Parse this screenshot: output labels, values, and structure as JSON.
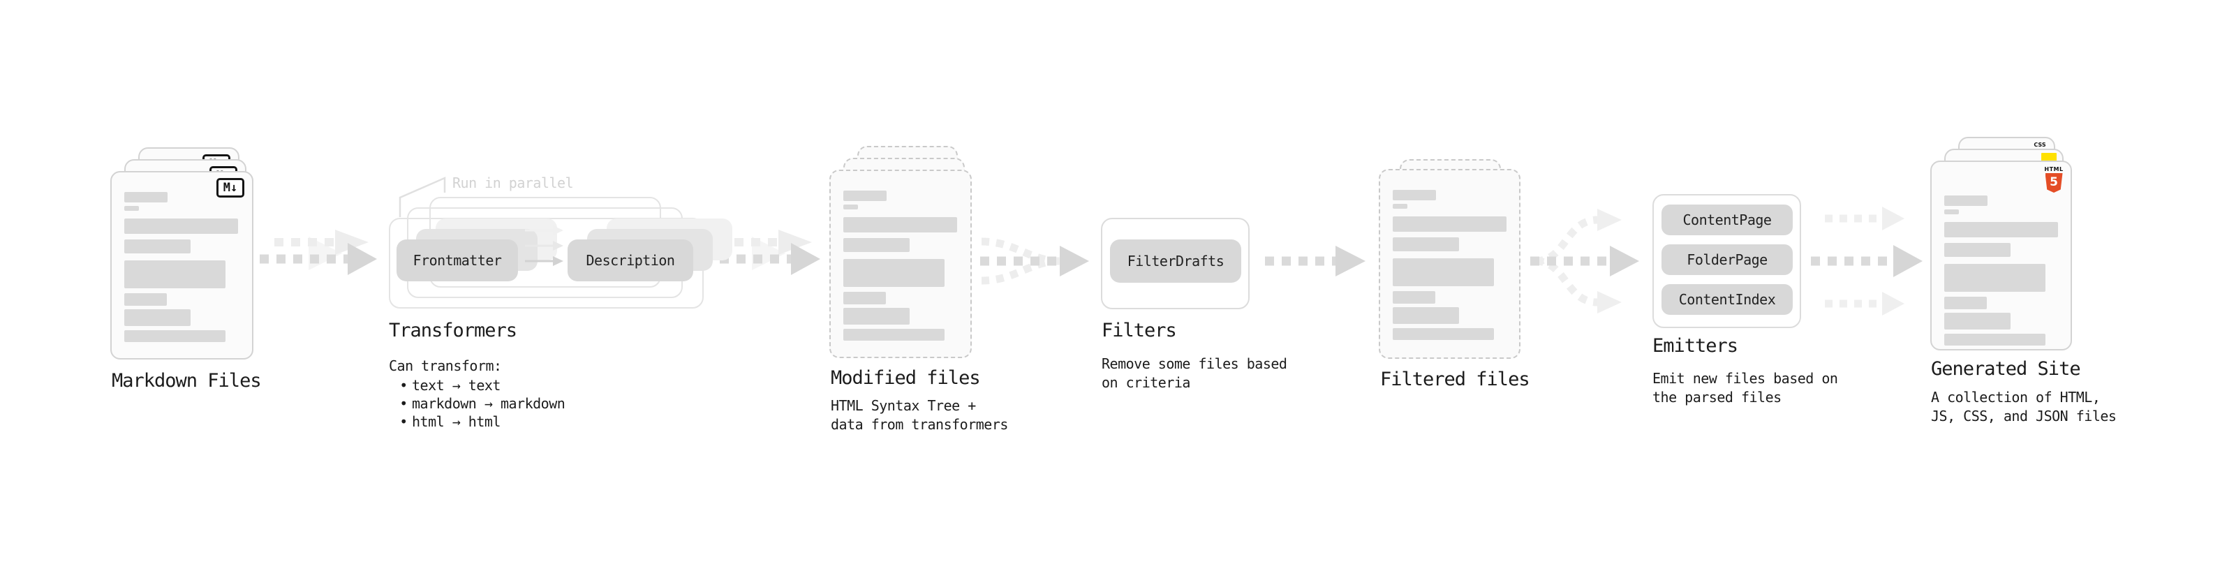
{
  "pipeline": {
    "parallel_note": "Run in parallel",
    "markdown": {
      "label": "Markdown Files",
      "badge": "M↓"
    },
    "transformers": {
      "title": "Transformers",
      "input_pill": "Frontmatter",
      "output_pill": "Description",
      "desc_heading": "Can transform:",
      "bullet": "•",
      "items": [
        "text → text",
        "markdown → markdown",
        "html → html"
      ]
    },
    "modified": {
      "label": "Modified files",
      "desc": [
        "HTML Syntax Tree +",
        "data from transformers"
      ]
    },
    "filters": {
      "title": "Filters",
      "pill": "FilterDrafts",
      "desc": [
        "Remove some files based",
        "on criteria"
      ]
    },
    "filtered": {
      "label": "Filtered files"
    },
    "emitters": {
      "title": "Emitters",
      "pills": [
        "ContentPage",
        "FolderPage",
        "ContentIndex"
      ],
      "desc": [
        "Emit new files based on",
        "the parsed files"
      ]
    },
    "generated": {
      "label": "Generated Site",
      "desc": [
        "A collection of HTML,",
        "JS, CSS, and JSON files"
      ],
      "badges": {
        "css": "CSS",
        "html_word": "HTML",
        "html_number": "5"
      }
    },
    "colors": {
      "html5_orange": "#e44d26",
      "js_yellow": "#ffe100",
      "css_blue": "#2f6fe4",
      "pill_gray": "#d8d8d8",
      "arrow_gray": "#d6d6d6",
      "faded_gray": "#ececec"
    }
  }
}
